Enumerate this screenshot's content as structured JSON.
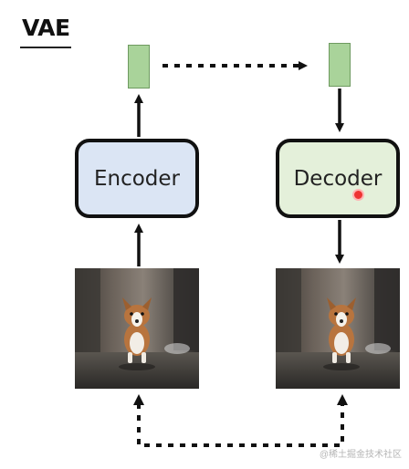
{
  "diagram": {
    "title": "VAE",
    "encoder_label": "Encoder",
    "decoder_label": "Decoder"
  },
  "images": {
    "input_icon": "corgi-photo",
    "output_icon": "corgi-photo"
  },
  "colors": {
    "encoder_fill": "#dbe5f4",
    "decoder_fill": "#e4f0da",
    "latent_fill": "#a9d39a",
    "border": "#111111"
  },
  "watermark": "@稀土掘金技术社区"
}
